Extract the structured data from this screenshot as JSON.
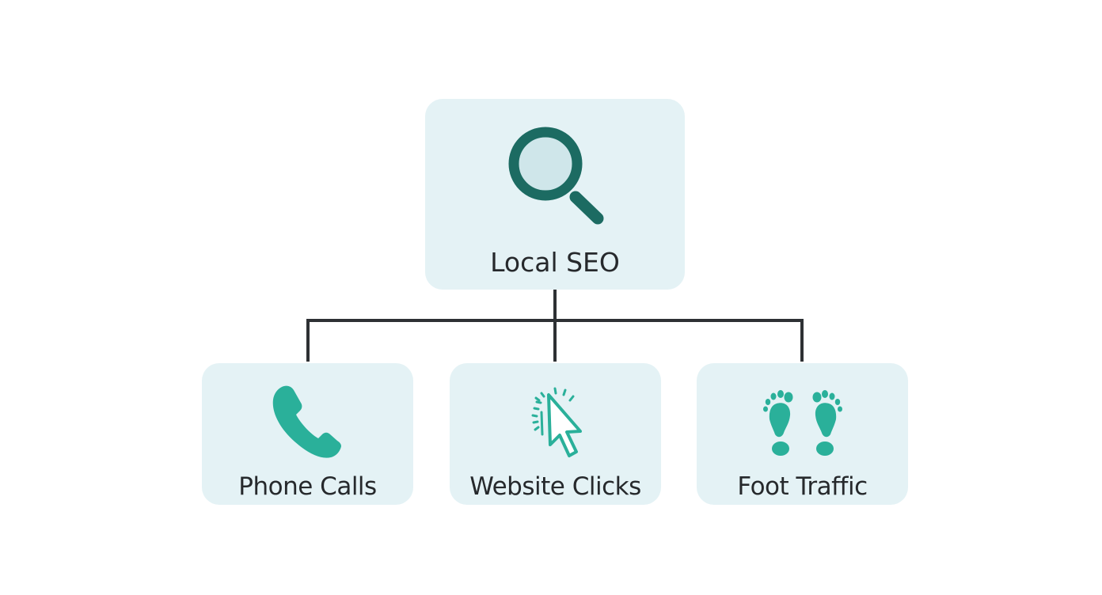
{
  "diagram": {
    "root": {
      "label": "Local SEO",
      "icon": "magnifying-glass-icon"
    },
    "children": [
      {
        "label": "Phone Calls",
        "icon": "phone-icon"
      },
      {
        "label": "Website Clicks",
        "icon": "cursor-click-icon"
      },
      {
        "label": "Foot Traffic",
        "icon": "footprints-icon"
      }
    ]
  },
  "colors": {
    "node_background": "#e4f2f5",
    "connector": "#2e3134",
    "icon_dark_teal": "#1c6b62",
    "icon_teal": "#2ab09a",
    "lens_fill": "#cfe6ea",
    "text": "#26292c"
  }
}
